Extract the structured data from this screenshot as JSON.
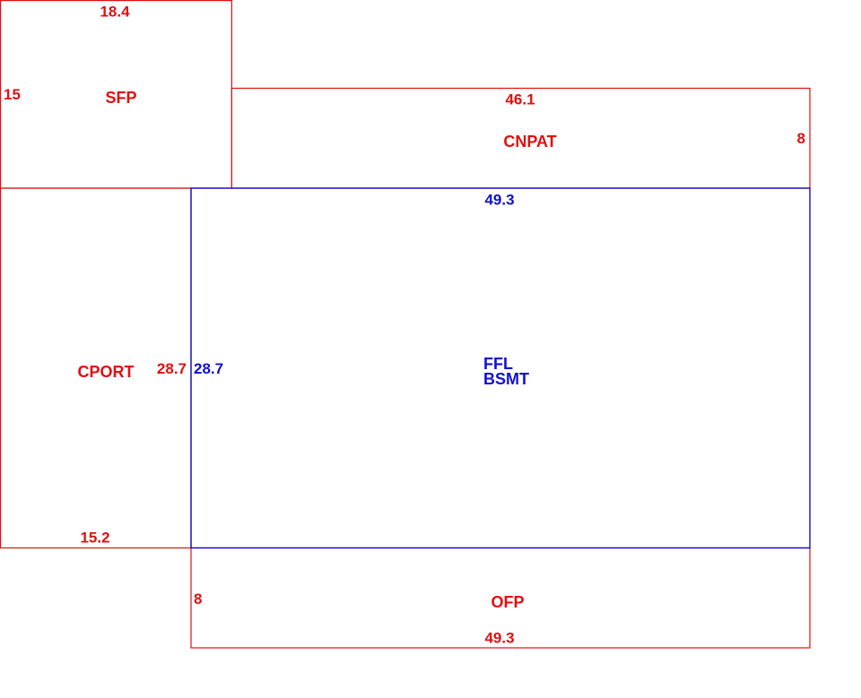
{
  "colors": {
    "addition": "#e01010",
    "main_structure": "#1010d0",
    "background": "#ffffff"
  },
  "sketch": {
    "sfp": {
      "label": "SFP",
      "width_dim": "18.4",
      "depth_dim": "15"
    },
    "cnpat": {
      "label": "CNPAT",
      "width_dim": "46.1",
      "depth_dim": "8"
    },
    "main": {
      "label_line1": "FFL",
      "label_line2": "BSMT",
      "width_dim": "49.3",
      "depth_dim": "28.7"
    },
    "cport": {
      "label": "CPORT",
      "depth_dim": "28.7",
      "width_dim": "15.2"
    },
    "ofp": {
      "label": "OFP",
      "depth_dim": "8",
      "width_dim": "49.3"
    }
  }
}
